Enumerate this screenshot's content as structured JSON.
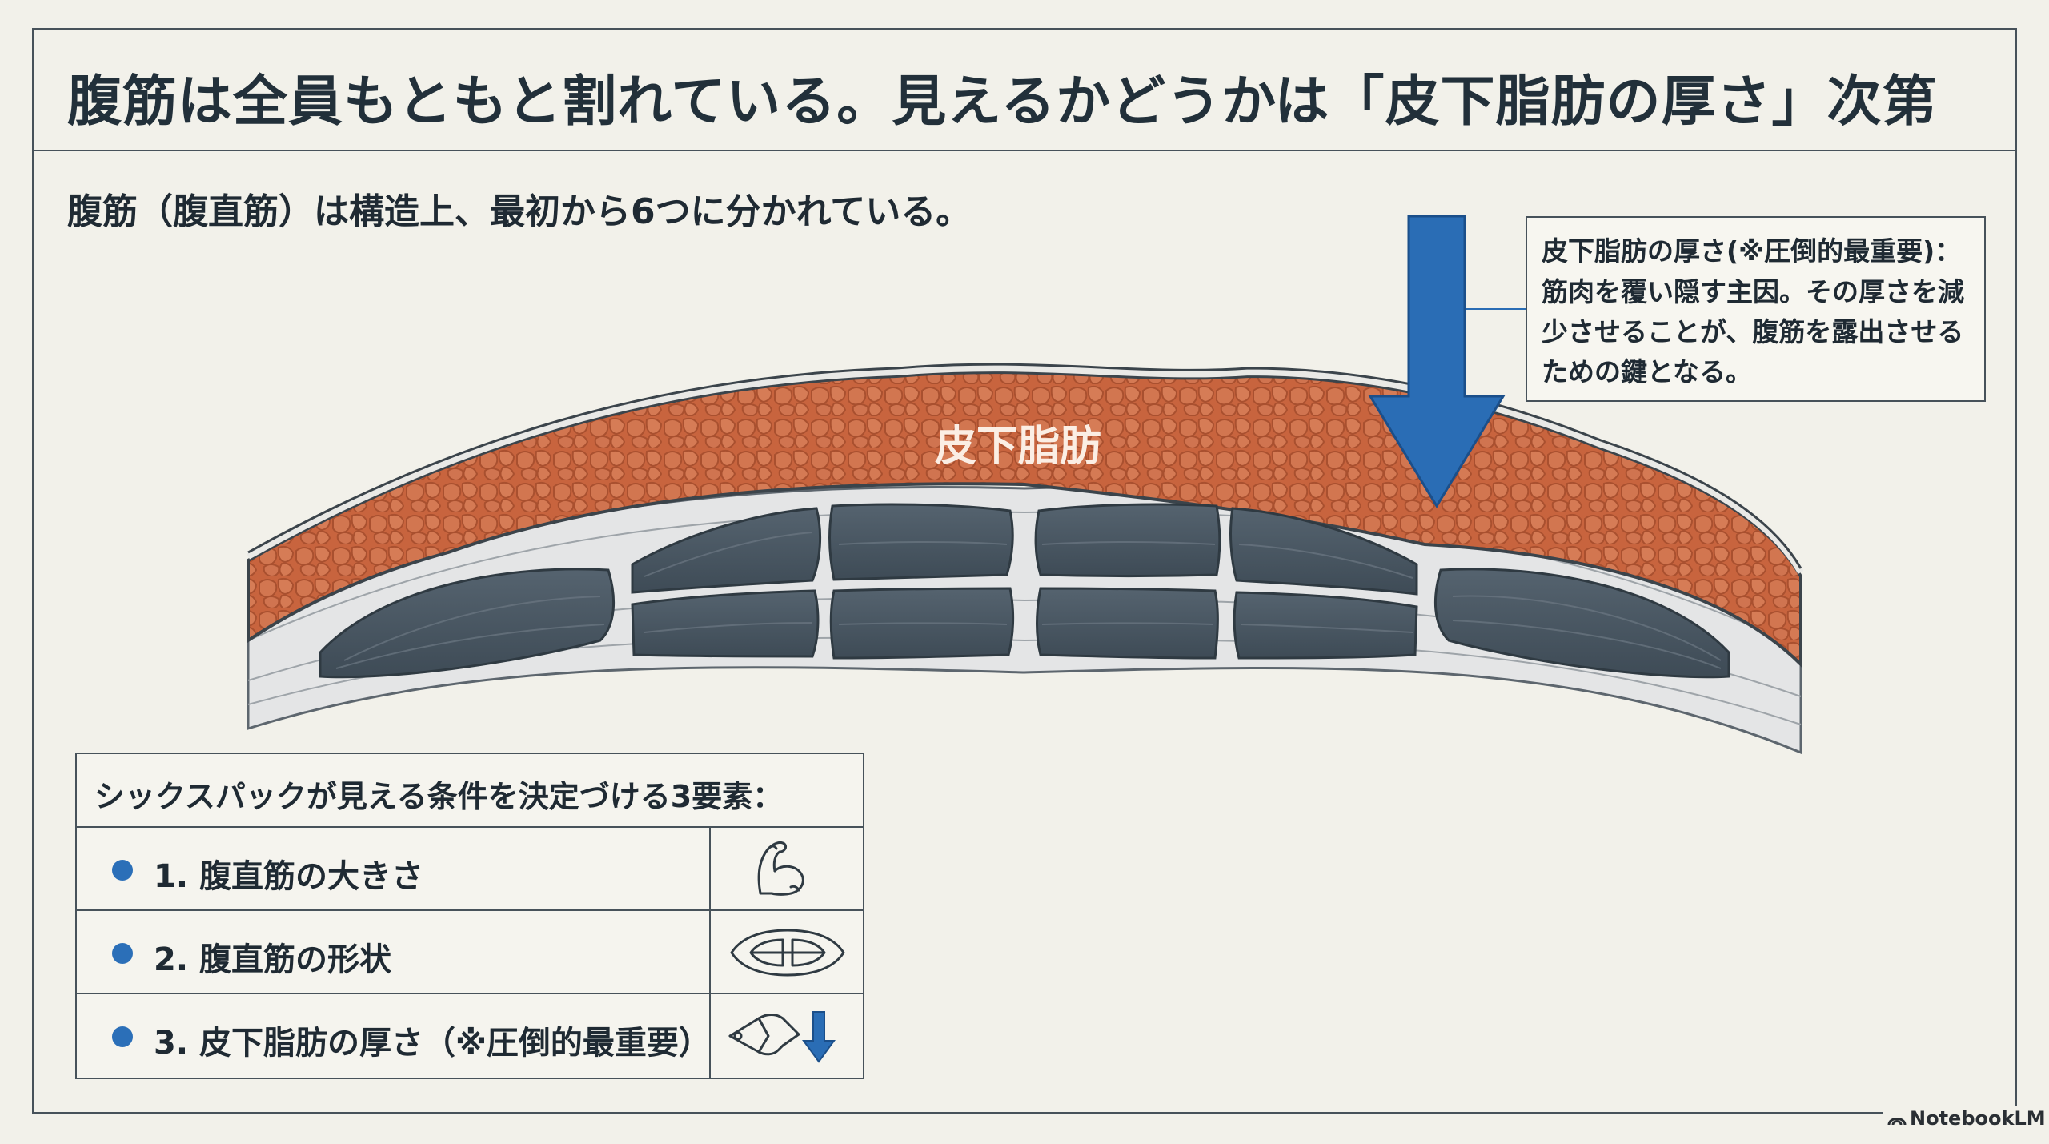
{
  "title": "腹筋は全員もともと割れている。見えるかどうかは「皮下脂肪の厚さ」次第",
  "subtitle": "腹筋（腹直筋）は構造上、最初から6つに分かれている。",
  "diagram": {
    "fat_label": "皮下脂肪",
    "colors": {
      "fat": "#c8643e",
      "muscle": "#4a5864",
      "fascia": "#d9dadb",
      "arrow": "#2a6db5"
    }
  },
  "callout": {
    "title": "皮下脂肪の厚さ(※圧倒的最重要)：",
    "body": "筋肉を覆い隠す主因。その厚さを減少させることが、腹筋を露出させるための鍵となる。"
  },
  "factors": {
    "heading": "シックスパックが見える条件を決定づける3要素：",
    "items": [
      {
        "label": "1. 腹直筋の大きさ",
        "icon": "flexed-arm-icon"
      },
      {
        "label": "2. 腹直筋の形状",
        "icon": "ab-muscle-shape-icon"
      },
      {
        "label": "3. 皮下脂肪の厚さ（※圧倒的最重要）",
        "icon": "caliper-down-arrow-icon"
      }
    ],
    "bullet_color": "#2b6fb8"
  },
  "brand": "NotebookLM"
}
